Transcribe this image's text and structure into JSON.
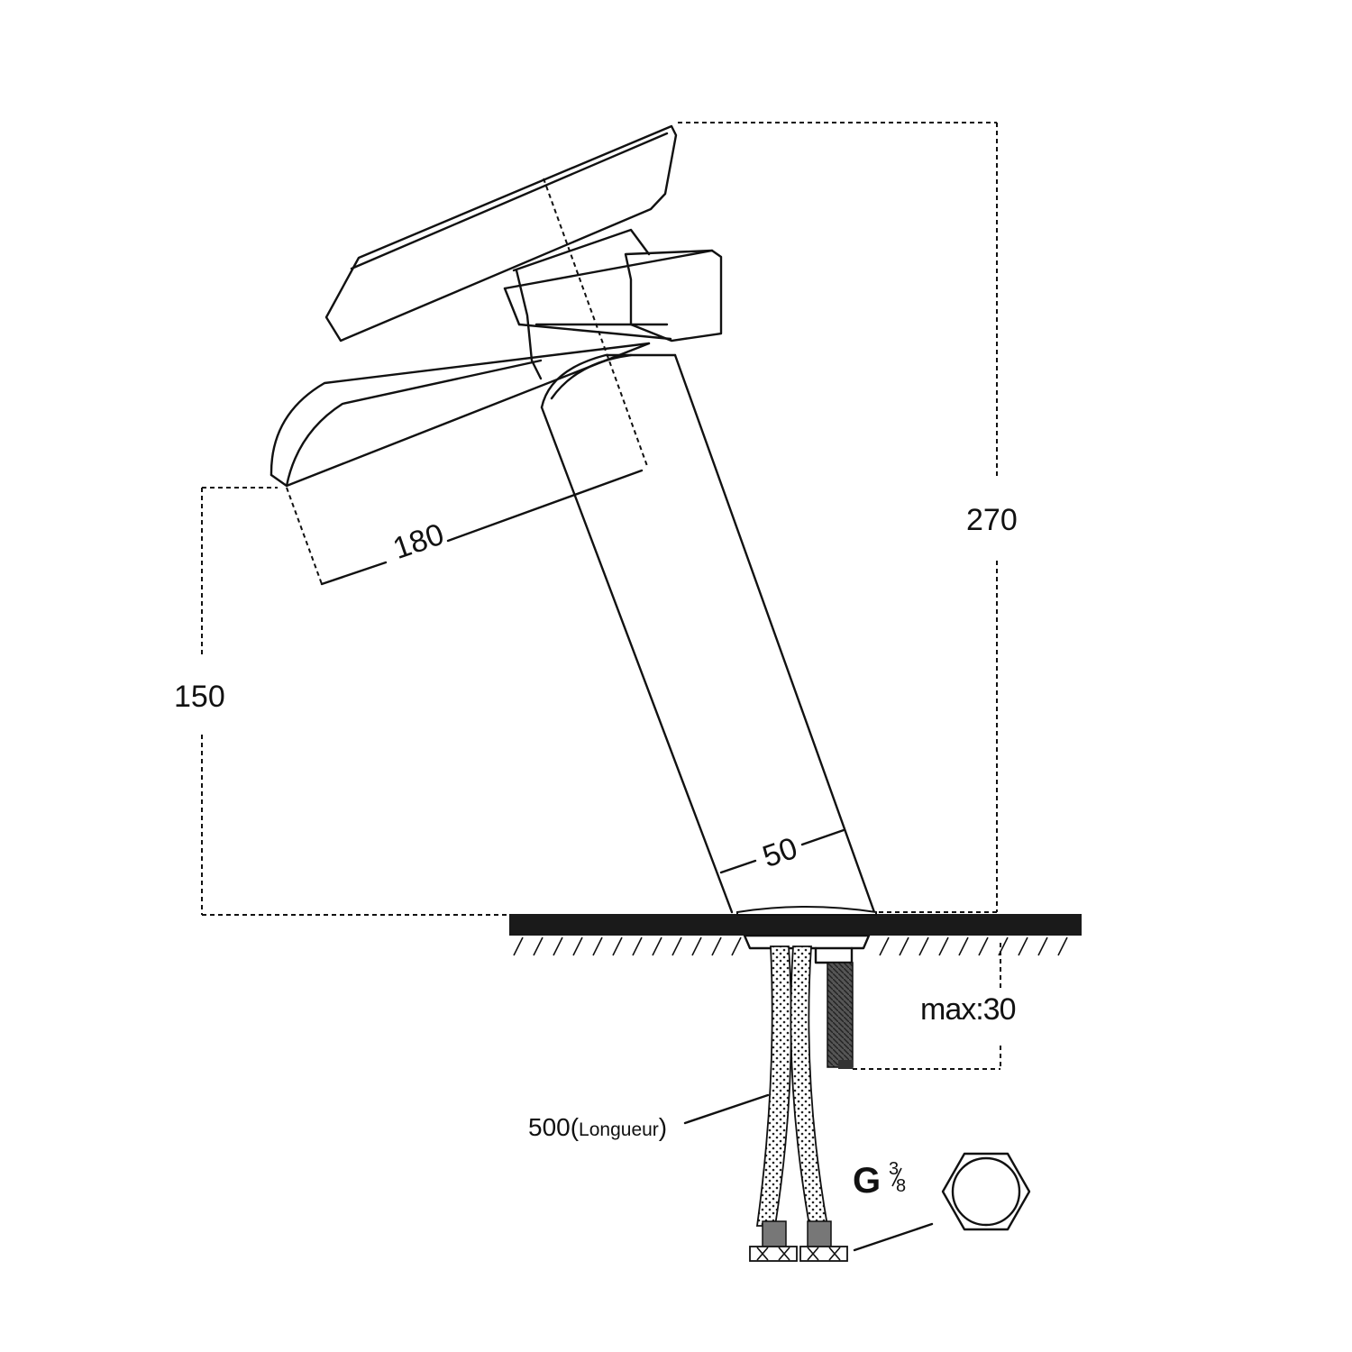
{
  "dimensions": {
    "height_total": "270",
    "spout_length": "180",
    "spout_height": "150",
    "base_diameter": "50",
    "max_deck_thickness": "max:30",
    "hose_length_value": "500(",
    "hose_length_word": "Longueur",
    "hose_length_close": ")"
  },
  "thread": {
    "letter": "G",
    "numerator": "3",
    "denominator": "8"
  },
  "colors": {
    "line": "#111111",
    "background": "#ffffff",
    "deck": "#1a1a1a"
  }
}
